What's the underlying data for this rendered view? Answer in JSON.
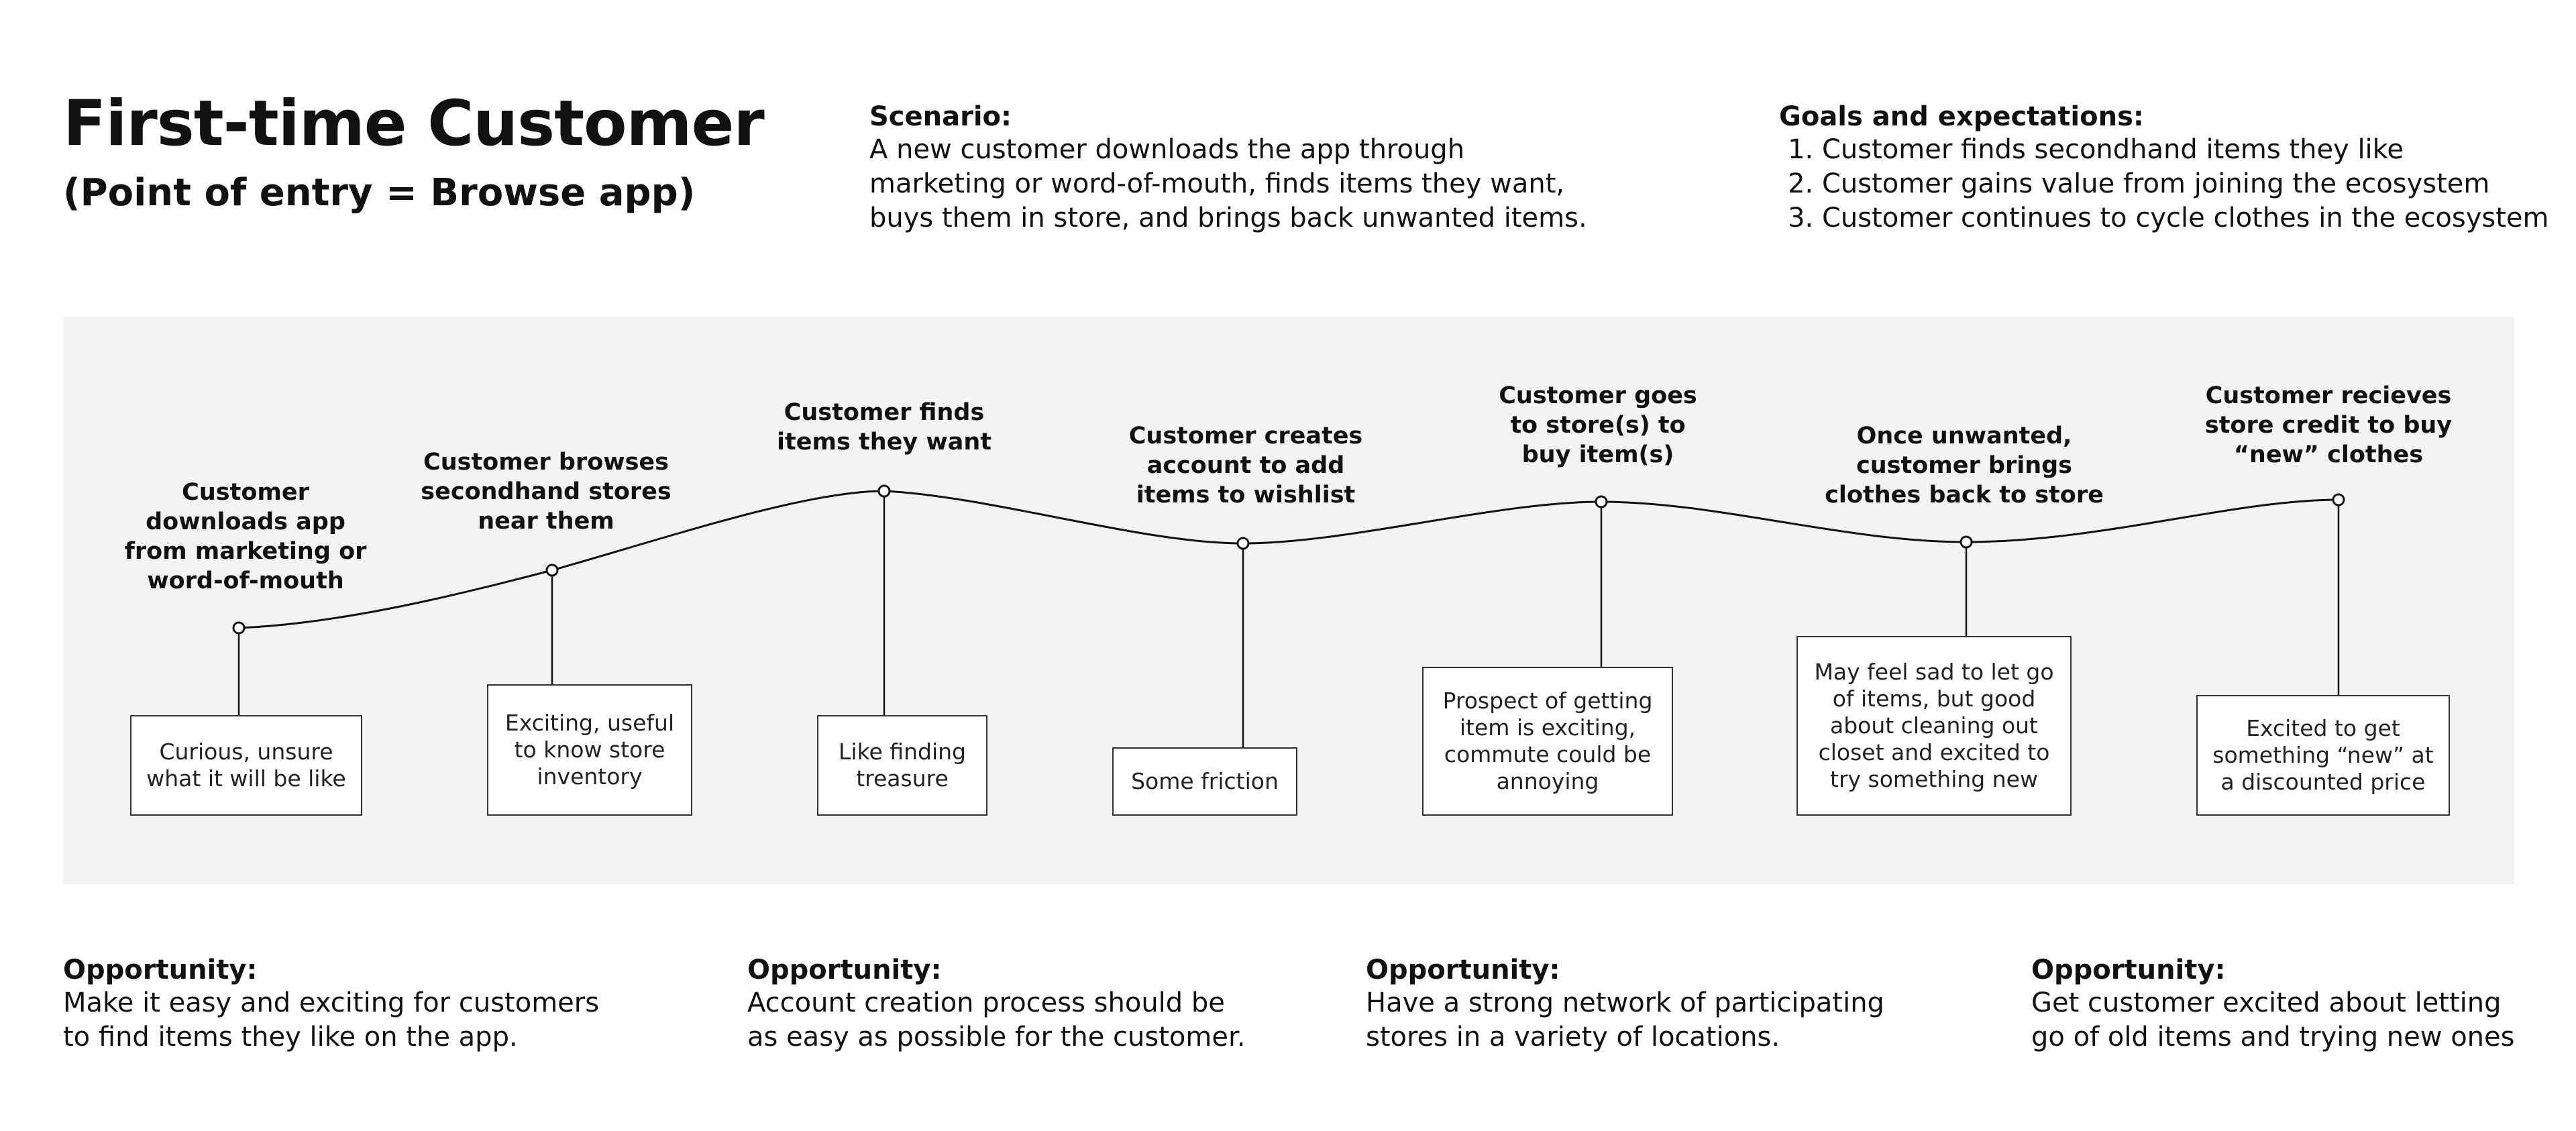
{
  "header": {
    "title": "First-time Customer",
    "subtitle": "(Point of entry = Browse app)"
  },
  "scenario": {
    "heading": "Scenario:",
    "text": "A new customer downloads the app through marketing or word-of-mouth, finds items they want, buys them in store, and brings back unwanted items."
  },
  "goals": {
    "heading": "Goals and expectations:",
    "items": [
      "Customer finds secondhand items they like",
      "Customer gains value from joining the ecosystem",
      "Customer continues to cycle clothes in the ecosystem"
    ]
  },
  "journey": {
    "stages": [
      {
        "label": "Customer\ndownloads app\nfrom marketing or\nword-of-mouth",
        "emotion": "Curious, unsure\nwhat it will be like"
      },
      {
        "label": "Customer browses\nsecondhand stores\nnear them",
        "emotion": "Exciting, useful\nto know store\ninventory"
      },
      {
        "label": "Customer finds\nitems they want",
        "emotion": "Like finding\ntreasure"
      },
      {
        "label": "Customer creates\naccount to add\nitems to wishlist",
        "emotion": "Some friction"
      },
      {
        "label": "Customer goes\nto store(s) to\nbuy item(s)",
        "emotion": "Prospect of getting\nitem is exciting,\ncommute could be\nannoying"
      },
      {
        "label": "Once unwanted,\ncustomer brings\nclothes back to store",
        "emotion": "May feel sad to let go\nof items, but good\nabout cleaning out\ncloset and excited to\ntry something new"
      },
      {
        "label": "Customer recieves\nstore credit to buy\n“new” clothes",
        "emotion": "Excited to get\nsomething “new” at\na discounted price"
      }
    ]
  },
  "opportunities": [
    {
      "heading": "Opportunity:",
      "text": "Make it easy and exciting for customers\nto find items they like on the app."
    },
    {
      "heading": "Opportunity:",
      "text": "Account creation process should be\nas easy as possible for the customer."
    },
    {
      "heading": "Opportunity:",
      "text": "Have a strong network of participating\nstores in a variety of locations."
    },
    {
      "heading": "Opportunity:",
      "text": "Get customer excited about letting\ngo of old items and trying new ones"
    }
  ]
}
